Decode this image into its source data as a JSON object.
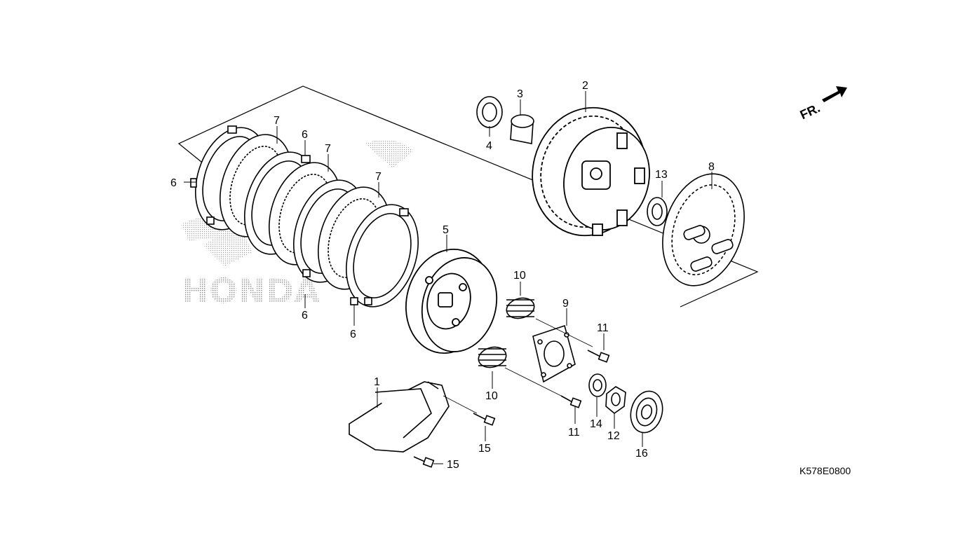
{
  "diagram": {
    "watermark": "HONDA",
    "direction_label": "FR.",
    "figure_code": "K578E0800",
    "callouts": [
      "1",
      "2",
      "3",
      "4",
      "5",
      "6",
      "7",
      "8",
      "9",
      "10",
      "11",
      "12",
      "13",
      "14",
      "15",
      "16"
    ],
    "colors": {
      "line": "#000000",
      "background": "#ffffff",
      "watermark": "#9a9a9a"
    }
  }
}
